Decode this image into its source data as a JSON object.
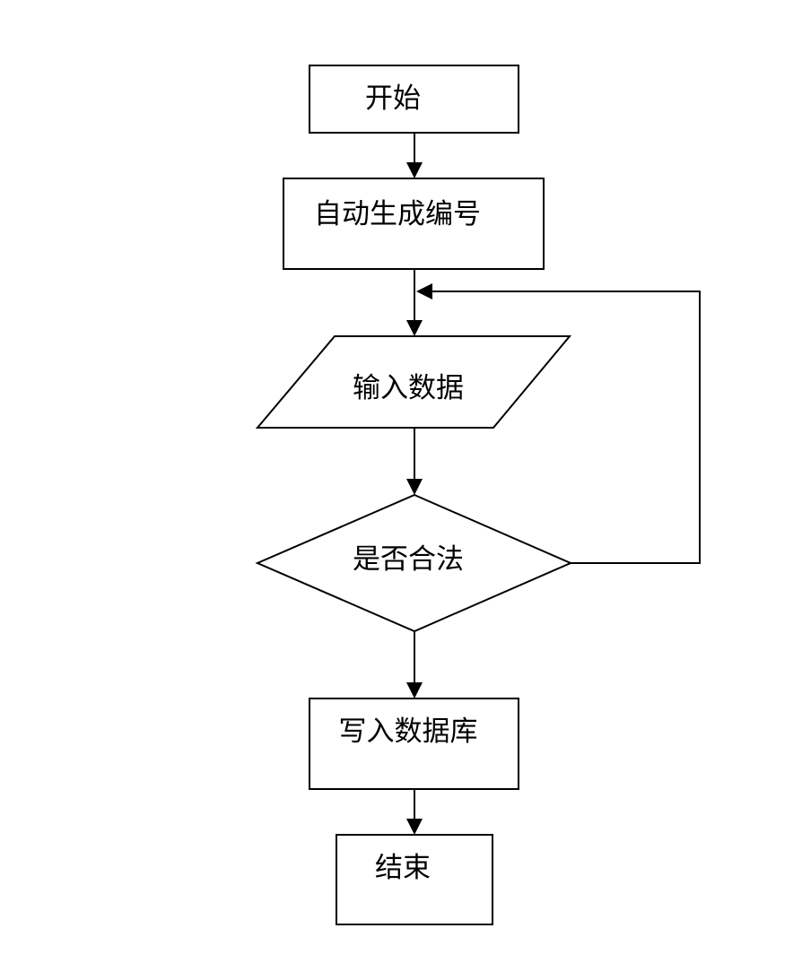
{
  "flowchart": {
    "nodes": {
      "start": {
        "label": "开始",
        "shape": "rectangle"
      },
      "generate_id": {
        "label": "自动生成编号",
        "shape": "rectangle"
      },
      "input_data": {
        "label": "输入数据",
        "shape": "parallelogram"
      },
      "is_valid": {
        "label": "是否合法",
        "shape": "diamond"
      },
      "write_db": {
        "label": "写入数据库",
        "shape": "rectangle"
      },
      "end": {
        "label": "结束",
        "shape": "rectangle"
      }
    },
    "edges": [
      {
        "from": "start",
        "to": "generate_id"
      },
      {
        "from": "generate_id",
        "to": "input_data"
      },
      {
        "from": "input_data",
        "to": "is_valid"
      },
      {
        "from": "is_valid",
        "to": "write_db"
      },
      {
        "from": "is_valid",
        "to": "input_data",
        "kind": "loop-back"
      },
      {
        "from": "write_db",
        "to": "end"
      }
    ],
    "colors": {
      "stroke": "#000000",
      "fill": "#ffffff",
      "text": "#000000"
    }
  }
}
